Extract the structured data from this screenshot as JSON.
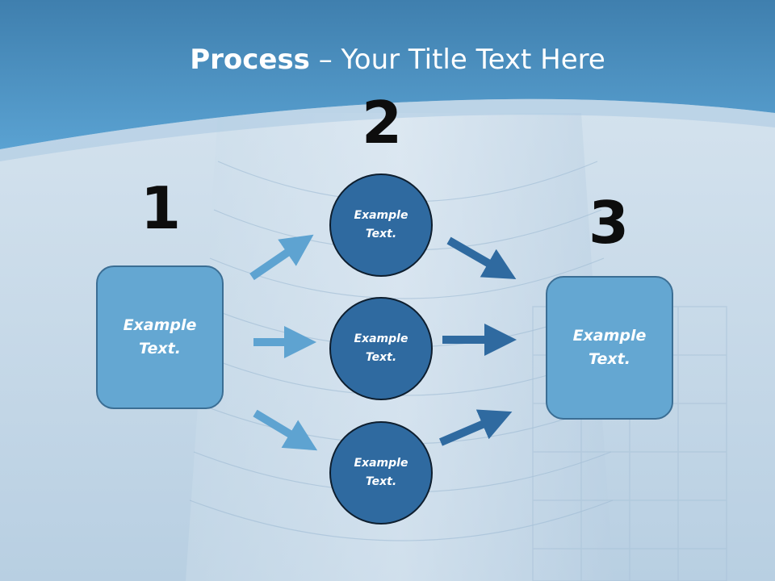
{
  "slide": {
    "title_bold": "Process",
    "title_rest": " – Your Title Text Here"
  },
  "steps": [
    {
      "number": "1"
    },
    {
      "number": "2"
    },
    {
      "number": "3"
    }
  ],
  "left_box": {
    "text": "Example Text."
  },
  "right_box": {
    "text": "Example Text."
  },
  "circles": [
    {
      "text": "Example Text."
    },
    {
      "text": "Example Text."
    },
    {
      "text": "Example Text."
    }
  ],
  "colors": {
    "header": "#4a8fc2",
    "box_fill": "#64a7d2",
    "circle_fill": "#2f6aa0",
    "arrow_light": "#5ea3d1",
    "arrow_dark": "#2f6aa0"
  }
}
